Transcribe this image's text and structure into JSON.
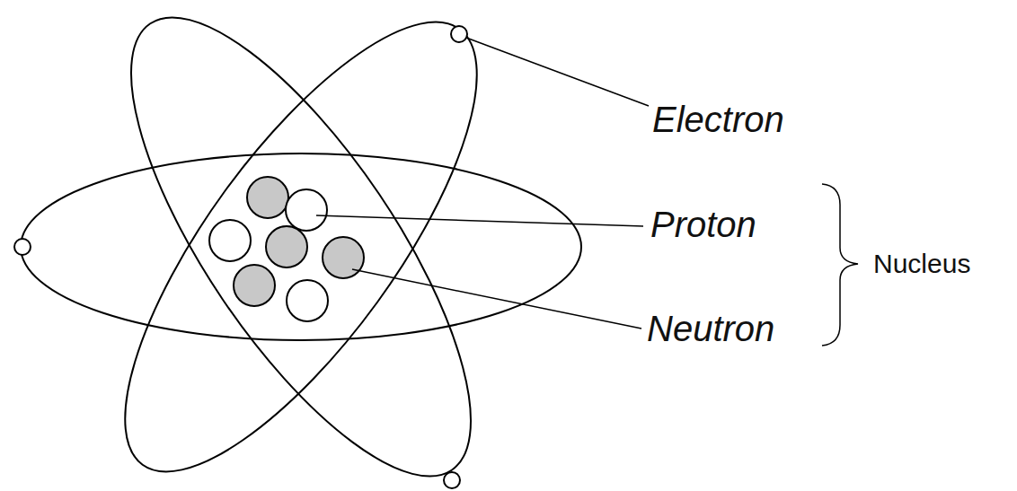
{
  "diagram": {
    "labels": [
      "Electron",
      "Proton",
      "Neutron",
      "Nucleus"
    ]
  }
}
